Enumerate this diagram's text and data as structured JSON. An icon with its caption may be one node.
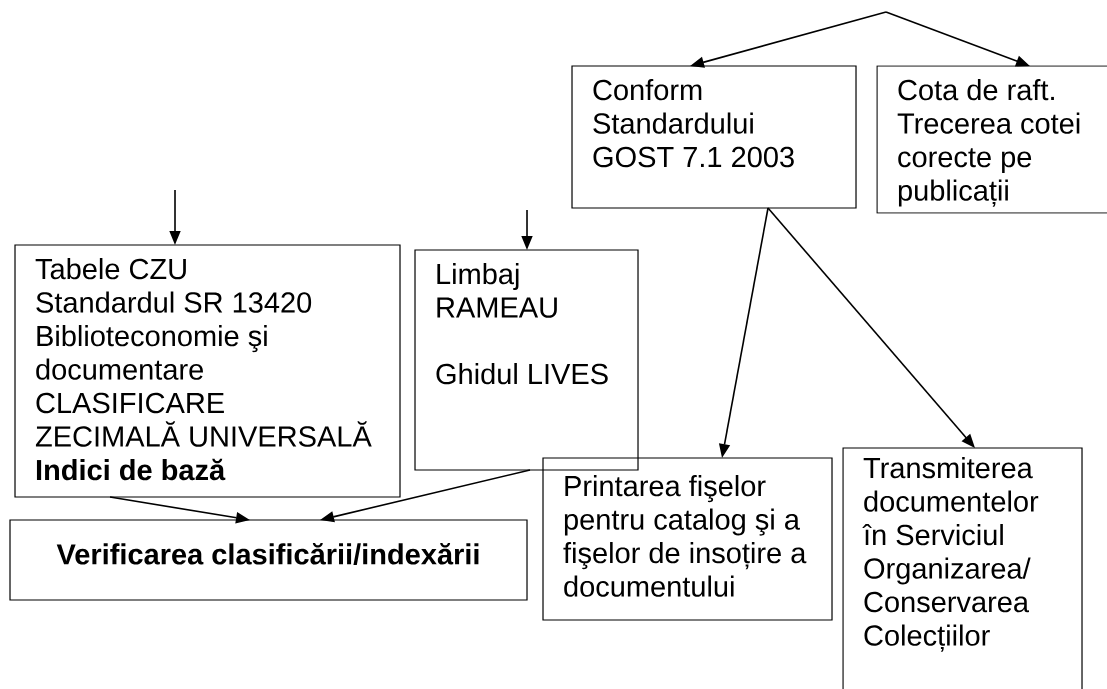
{
  "diagram": {
    "nodes": [
      {
        "text": [
          "Conform Standardului GOST 7.1 2003"
        ]
      },
      {
        "text": [
          "Cota de raft. Trecerea cotei corecte pe publicații"
        ]
      },
      {
        "text": [
          "Tabele CZU",
          "Standardul SR 13420 Biblioteconomie şi documentare",
          "CLASIFICARE",
          "ZECIMALĂ UNIVERSALĂ",
          "Indici de bază"
        ]
      },
      {
        "text": [
          "Limbaj RAMEAU",
          "Ghidul LIVES"
        ]
      },
      {
        "text": [
          "Printarea fişelor pentru catalog şi a fişelor de insoțire a documentului"
        ]
      },
      {
        "text": [
          "Transmiterea documentelor în Serviciul Organizarea/ Conservarea Colecțiilor"
        ]
      },
      {
        "text": [
          "Verificarea clasificării/indexării"
        ]
      }
    ],
    "edges": [
      {
        "from": null,
        "to": 0,
        "arrow": "to"
      },
      {
        "from": null,
        "to": 1,
        "arrow": "to"
      },
      {
        "from": null,
        "to": 2,
        "arrow": "to"
      },
      {
        "from": null,
        "to": 3,
        "arrow": "to"
      },
      {
        "from": 0,
        "to": 4,
        "arrow": "to"
      },
      {
        "from": 0,
        "to": 5,
        "arrow": "to"
      },
      {
        "from": 2,
        "to": 6,
        "arrow": "to"
      },
      {
        "from": 3,
        "to": 6,
        "arrow": "to"
      }
    ]
  }
}
